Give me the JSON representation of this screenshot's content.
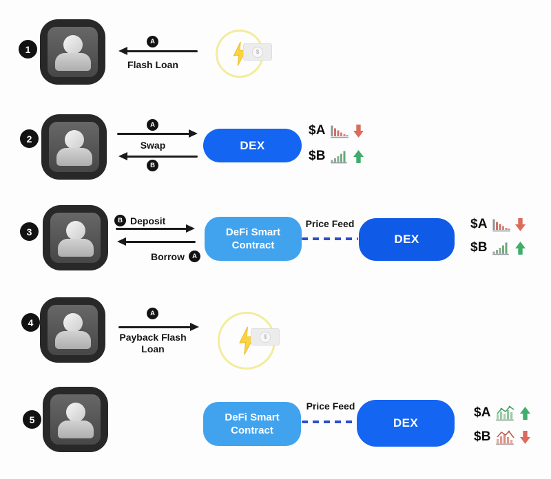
{
  "steps": [
    {
      "number": "1",
      "flow": {
        "direction": "left",
        "badge": "A",
        "label": "Flash Loan"
      },
      "source": {
        "icon": "flash-loan-icon",
        "money_symbol": "$"
      }
    },
    {
      "number": "2",
      "flow_top": {
        "direction": "right",
        "badge": "A"
      },
      "flow_label": "Swap",
      "flow_bottom": {
        "direction": "left",
        "badge": "B"
      },
      "dex": {
        "label": "DEX",
        "color": "#1465F2"
      },
      "tokens": [
        {
          "symbol": "$A",
          "chart_icon": "declining-bar-chart-icon",
          "trend_icon": "down-arrow-icon",
          "trend": "down"
        },
        {
          "symbol": "$B",
          "chart_icon": "rising-bar-chart-icon",
          "trend_icon": "up-arrow-icon",
          "trend": "up"
        }
      ]
    },
    {
      "number": "3",
      "flow_top": {
        "direction": "right",
        "badge": "B",
        "label": "Deposit"
      },
      "flow_bottom": {
        "direction": "left",
        "label": "Borrow",
        "badge": "A"
      },
      "contract": {
        "label": "DeFi Smart Contract",
        "color": "#41A3EE"
      },
      "price_feed_label": "Price Feed",
      "dex": {
        "label": "DEX",
        "color": "#0F5BE8"
      },
      "tokens": [
        {
          "symbol": "$A",
          "chart_icon": "declining-bar-chart-icon",
          "trend_icon": "down-arrow-icon",
          "trend": "down"
        },
        {
          "symbol": "$B",
          "chart_icon": "rising-bar-chart-icon",
          "trend_icon": "up-arrow-icon",
          "trend": "up"
        }
      ]
    },
    {
      "number": "4",
      "flow": {
        "direction": "right",
        "badge": "A",
        "label": "Payback Flash Loan"
      },
      "target": {
        "icon": "flash-loan-icon",
        "money_symbol": "$"
      }
    },
    {
      "number": "5",
      "contract": {
        "label": "DeFi Smart Contract",
        "color": "#41A3EE"
      },
      "price_feed_label": "Price Feed",
      "dex": {
        "label": "DEX",
        "color": "#1465F2"
      },
      "tokens": [
        {
          "symbol": "$A",
          "chart_icon": "green-line-chart-up-icon",
          "trend_icon": "up-arrow-icon",
          "trend": "up"
        },
        {
          "symbol": "$B",
          "chart_icon": "red-line-chart-down-icon",
          "trend_icon": "down-arrow-icon",
          "trend": "down"
        }
      ]
    }
  ],
  "colors": {
    "dex_blue": "#1465F2",
    "dex_blue_dark": "#0F5BE8",
    "contract_light_blue": "#41A3EE",
    "price_feed_dash": "#2B4ECB",
    "arrow_black": "#1A1A1A",
    "badge_black": "#121212",
    "trend_down_red": "#DC6B5C",
    "trend_up_green": "#3FAE6A",
    "flash_bolt_yellow": "#FFD33E",
    "flash_ring_yellow": "#F2EC9C"
  }
}
